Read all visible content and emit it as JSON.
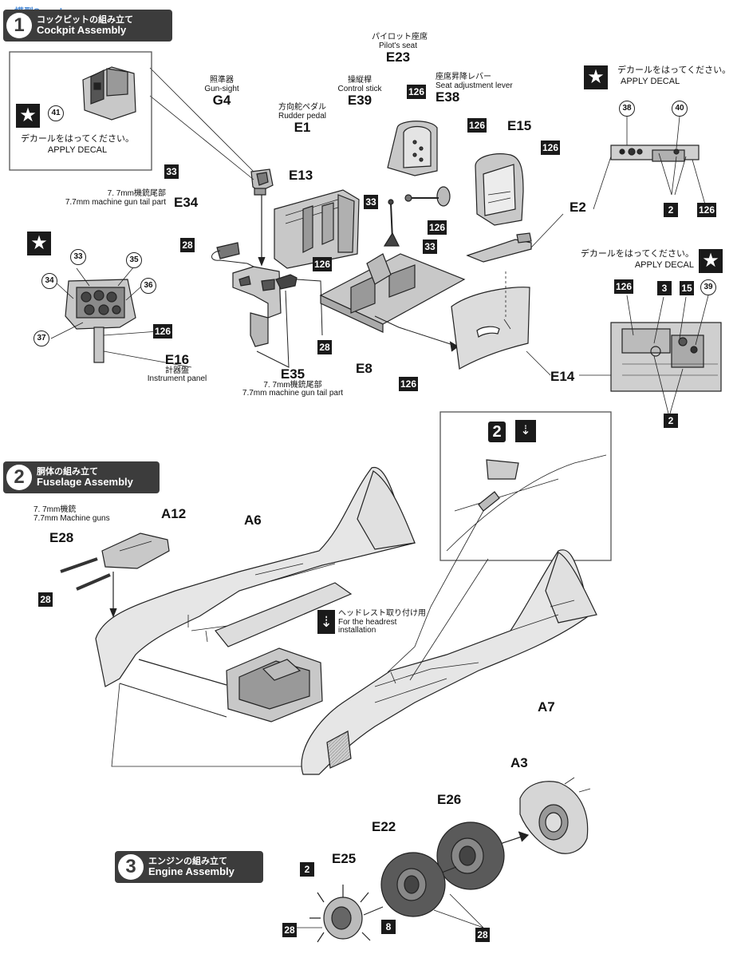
{
  "watermark": "模型Search",
  "steps": [
    {
      "num": "1",
      "title_ja": "コックピットの組み立て",
      "title_en": "Cockpit Assembly"
    },
    {
      "num": "2",
      "title_ja": "胴体の組み立て",
      "title_en": "Fuselage Assembly"
    },
    {
      "num": "3",
      "title_ja": "エンジンの組み立て",
      "title_en": "Engine Assembly"
    }
  ],
  "decal_instruction": {
    "ja": "デカールをはってください。",
    "en": "APPLY DECAL"
  },
  "parts": {
    "gunsight": {
      "ja": "照準器",
      "en": "Gun-sight",
      "code": "G4"
    },
    "rudder": {
      "ja": "方向舵ペダル",
      "en": "Rudder pedal",
      "code": "E1"
    },
    "stick": {
      "ja": "操縦桿",
      "en": "Control stick",
      "code": "E39"
    },
    "seat": {
      "ja": "パイロット座席",
      "en": "Pilot's seat",
      "code": "E23"
    },
    "seatlever": {
      "ja": "座席昇降レバー",
      "en": "Seat adjustment lever",
      "code": "E38"
    },
    "e34": {
      "ja": "7. 7mm機銃尾部",
      "en": "7.7mm machine gun tail part",
      "code": "E34"
    },
    "e35": {
      "ja": "7. 7mm機銃尾部",
      "en": "7.7mm machine gun tail part",
      "code": "E35"
    },
    "e16": {
      "ja": "計器盤",
      "en": "Instrument panel",
      "code": "E16"
    },
    "e28": {
      "ja": "7. 7mm機銃",
      "en": "7.7mm Machine guns",
      "code": "E28"
    },
    "headrest": {
      "ja": "ヘッドレスト取り付け用",
      "en": "For the headrest installation"
    }
  },
  "codes": {
    "E13": "E13",
    "E15": "E15",
    "E2": "E2",
    "E8": "E8",
    "E14": "E14",
    "A12": "A12",
    "A6": "A6",
    "A7": "A7",
    "A3": "A3",
    "E26": "E26",
    "E22": "E22",
    "E25": "E25"
  },
  "numbers": {
    "n126": "126",
    "n33": "33",
    "n28": "28",
    "n2": "2",
    "n3": "3",
    "n15": "15",
    "n8": "8"
  },
  "decals": {
    "d41": "41",
    "d38": "38",
    "d40": "40",
    "d33": "33",
    "d35": "35",
    "d34": "34",
    "d36": "36",
    "d37": "37",
    "d39": "39"
  },
  "inset_step": "2",
  "colors": {
    "step_bg": "#3c3c3c",
    "num_bg": "#1a1a1a",
    "part_fill": "#c8c8c8",
    "part_fill_dark": "#9a9a9a"
  }
}
